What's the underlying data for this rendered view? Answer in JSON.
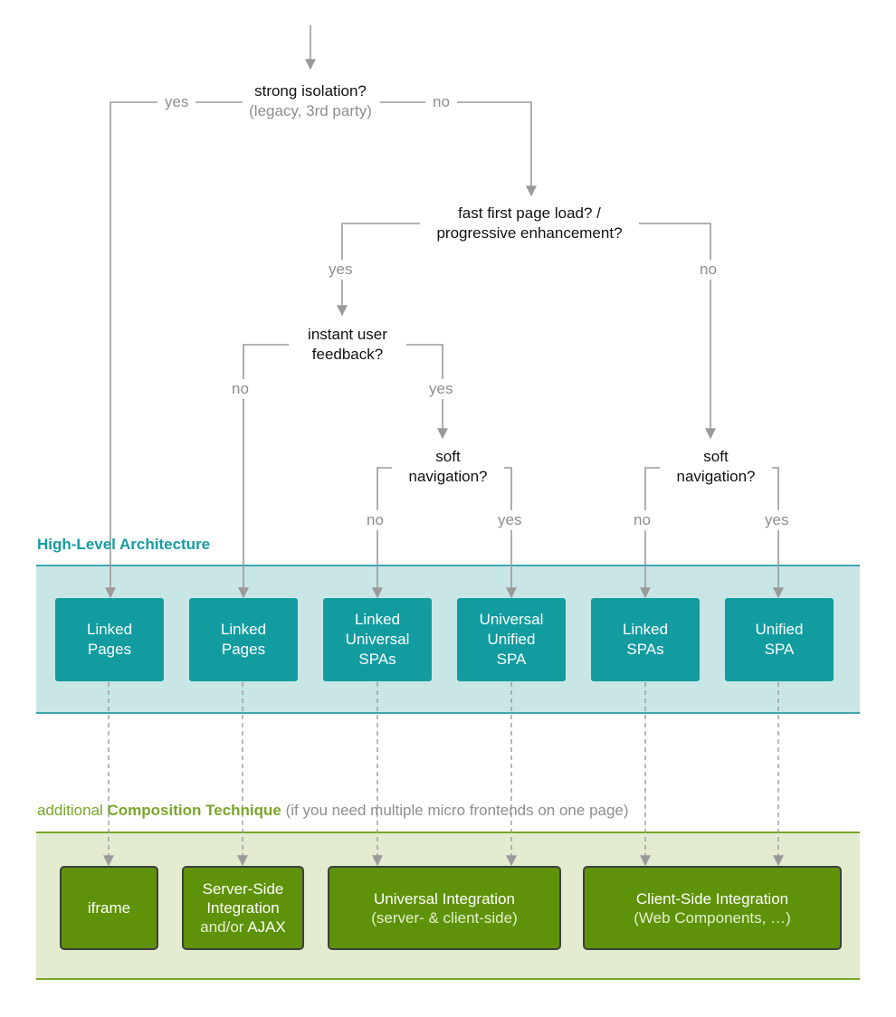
{
  "decisions": {
    "q1": {
      "text": "strong isolation?",
      "sub": "(legacy, 3rd party)",
      "yes": "yes",
      "no": "no"
    },
    "q2": {
      "line1": "fast first page load? /",
      "line2": "progressive enhancement?",
      "yes": "yes",
      "no": "no"
    },
    "q3": {
      "line1": "instant user",
      "line2": "feedback?",
      "no": "no",
      "yes": "yes"
    },
    "q4": {
      "line1": "soft",
      "line2": "navigation?",
      "no": "no",
      "yes": "yes"
    },
    "q5": {
      "line1": "soft",
      "line2": "navigation?",
      "no": "no",
      "yes": "yes"
    }
  },
  "architecture": {
    "title": "High-Level Architecture",
    "boxes": [
      {
        "line1": "Linked",
        "line2": "Pages"
      },
      {
        "line1": "Linked",
        "line2": "Pages"
      },
      {
        "line1": "Linked",
        "line2": "Universal",
        "line3": "SPAs"
      },
      {
        "line1": "Universal",
        "line2": "Unified",
        "line3": "SPA"
      },
      {
        "line1": "Linked",
        "line2": "SPAs"
      },
      {
        "line1": "Unified",
        "line2": "SPA"
      }
    ]
  },
  "composition": {
    "title_prefix": "additional",
    "title_strong": "Composition Technique",
    "title_hint": "(if you need multiple micro frontends on one page)",
    "boxes": [
      {
        "line1": "iframe"
      },
      {
        "line1": "Server-Side",
        "line2": "Integration",
        "line3_a": "and/or",
        "line3_b": "AJAX"
      },
      {
        "line1": "Universal Integration",
        "line2": "(server- & client-side)"
      },
      {
        "line1": "Client-Side Integration",
        "line2": "(Web Components, …)"
      }
    ]
  },
  "colors": {
    "line": "#9a9a9a",
    "arch_band": "#c9e6e7",
    "arch_box": "#129ca0",
    "comp_band": "#e3ecd0",
    "comp_box": "#5e9208"
  }
}
